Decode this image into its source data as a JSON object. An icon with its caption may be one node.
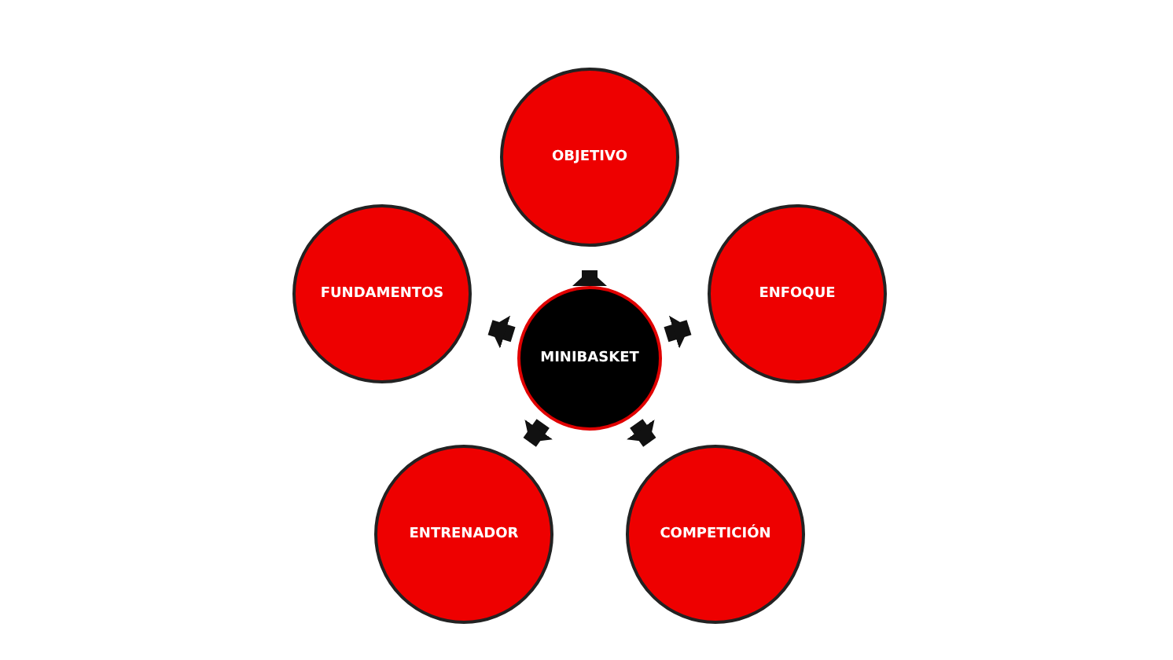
{
  "diagram": {
    "nodes": [
      {
        "text": [
          "MINIBASKET"
        ]
      },
      {
        "text": [
          "OBJETIVO"
        ]
      },
      {
        "text": [
          "ENFOQUE"
        ]
      },
      {
        "text": [
          "COMPETICIÓN"
        ]
      },
      {
        "text": [
          "ENTRENADOR"
        ]
      },
      {
        "text": [
          "FUNDAMENTOS"
        ]
      }
    ],
    "edges": [
      {
        "from": 0,
        "to": 1,
        "arrow": "to"
      },
      {
        "from": 0,
        "to": 2,
        "arrow": "to"
      },
      {
        "from": 0,
        "to": 3,
        "arrow": "to"
      },
      {
        "from": 0,
        "to": 4,
        "arrow": "to"
      },
      {
        "from": 0,
        "to": 5,
        "arrow": "to"
      }
    ]
  }
}
